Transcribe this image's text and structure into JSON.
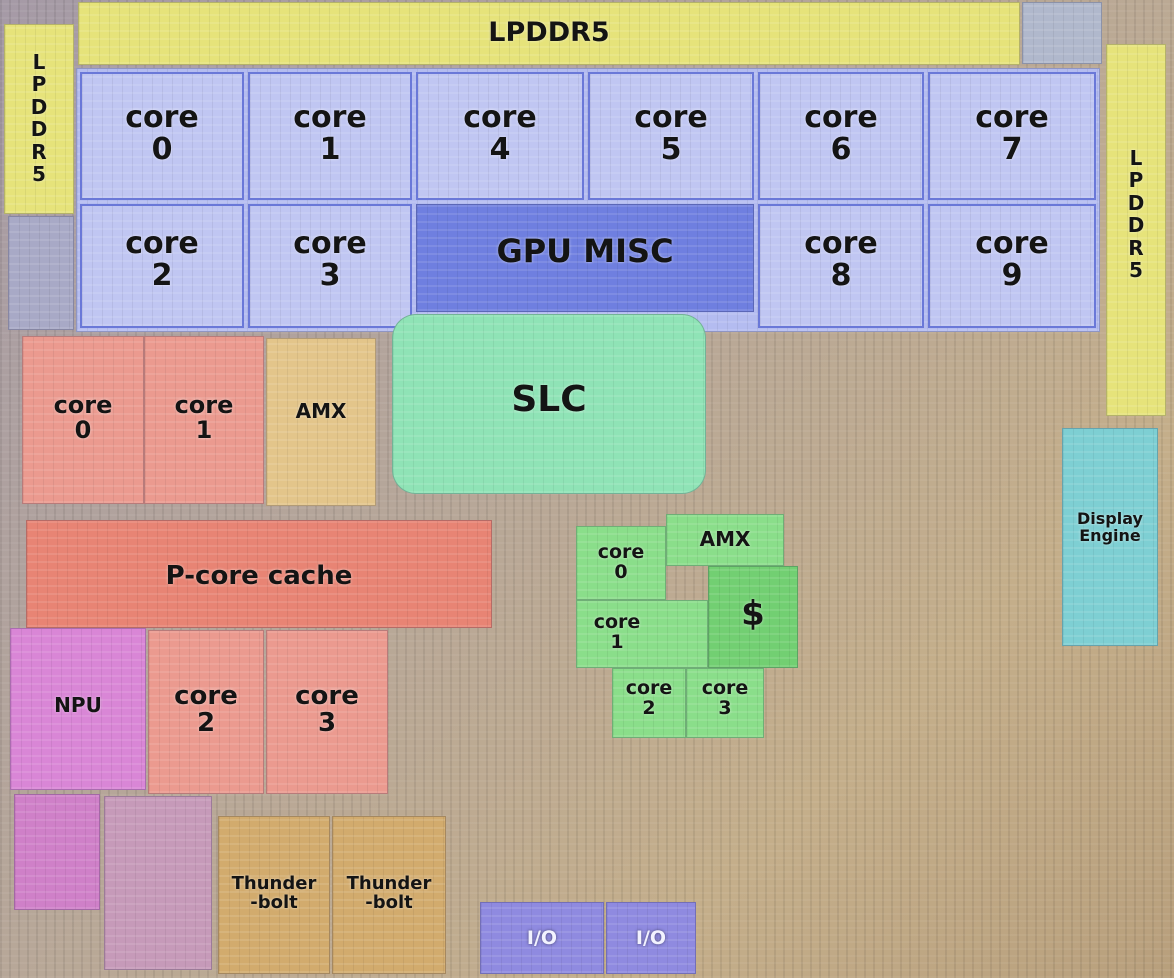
{
  "blocks": {
    "lpddr_top": "LPDDR5",
    "lpddr_left": [
      "L",
      "P",
      "D",
      "D",
      "R",
      "5"
    ],
    "lpddr_right": [
      "L",
      "P",
      "D",
      "D",
      "R",
      "5"
    ],
    "gpu_cores": [
      {
        "word": "core",
        "num": "0"
      },
      {
        "word": "core",
        "num": "1"
      },
      {
        "word": "core",
        "num": "4"
      },
      {
        "word": "core",
        "num": "5"
      },
      {
        "word": "core",
        "num": "6"
      },
      {
        "word": "core",
        "num": "7"
      },
      {
        "word": "core",
        "num": "2"
      },
      {
        "word": "core",
        "num": "3"
      },
      {
        "word": "core",
        "num": "8"
      },
      {
        "word": "core",
        "num": "9"
      }
    ],
    "gpu_misc": "GPU MISC",
    "p_cores": [
      {
        "word": "core",
        "num": "0"
      },
      {
        "word": "core",
        "num": "1"
      },
      {
        "word": "core",
        "num": "2"
      },
      {
        "word": "core",
        "num": "3"
      }
    ],
    "p_amx": "AMX",
    "p_cache": "P-core cache",
    "slc": "SLC",
    "e_cores": [
      {
        "word": "core",
        "num": "0"
      },
      {
        "word": "core",
        "num": "1"
      },
      {
        "word": "core",
        "num": "2"
      },
      {
        "word": "core",
        "num": "3"
      }
    ],
    "e_amx": "AMX",
    "e_cache": "$",
    "npu": "NPU",
    "thunderbolt": [
      {
        "line1": "Thunder",
        "line2": "-bolt"
      },
      {
        "line1": "Thunder",
        "line2": "-bolt"
      }
    ],
    "io": [
      "I/O",
      "I/O"
    ],
    "display_engine": {
      "line1": "Display",
      "line2": "Engine"
    }
  }
}
